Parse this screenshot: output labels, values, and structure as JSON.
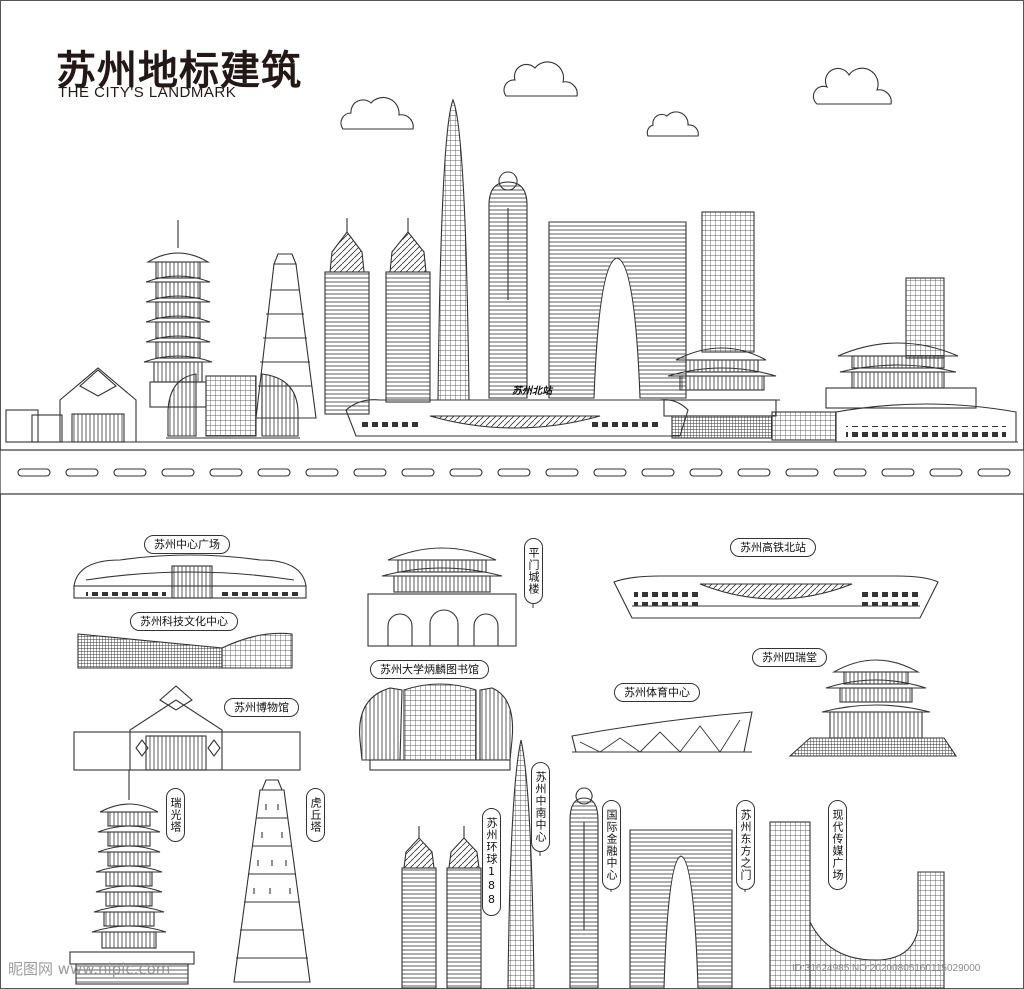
{
  "header": {
    "title_cn": "苏州地标建筑",
    "title_en": "THE CITY'S LANDMARK"
  },
  "skyline": {
    "station_sign": "苏州北站"
  },
  "labels": {
    "zhongxin_guangchang": "苏州中心广场",
    "keji_wenhua": "苏州科技文化中心",
    "bowuguan": "苏州博物馆",
    "ruiguang_ta": "瑞光塔",
    "huqiu_ta": "虎丘塔",
    "pingmen": "平门城楼",
    "daxue_tushuguan": "苏州大学炳麟图书馆",
    "huanqiu188": "苏州环球188",
    "zhongnan": "苏州中南中心",
    "guoji_jinrong": "国际金融中心",
    "gaotie_beizhan": "苏州高铁北站",
    "tiyu_zhongxin": "苏州体育中心",
    "sirui_tang": "苏州四瑞堂",
    "dongfang_zhimen": "苏州东方之门",
    "xiandai_chuanmei": "现代传媒广场"
  },
  "watermark": {
    "left": "昵图网 www.nipic.com",
    "right": "ID:31624985 NO:20200805160115029000"
  },
  "colors": {
    "line": "#333333",
    "title": "#231815",
    "watermark": "#8b8b8b"
  }
}
